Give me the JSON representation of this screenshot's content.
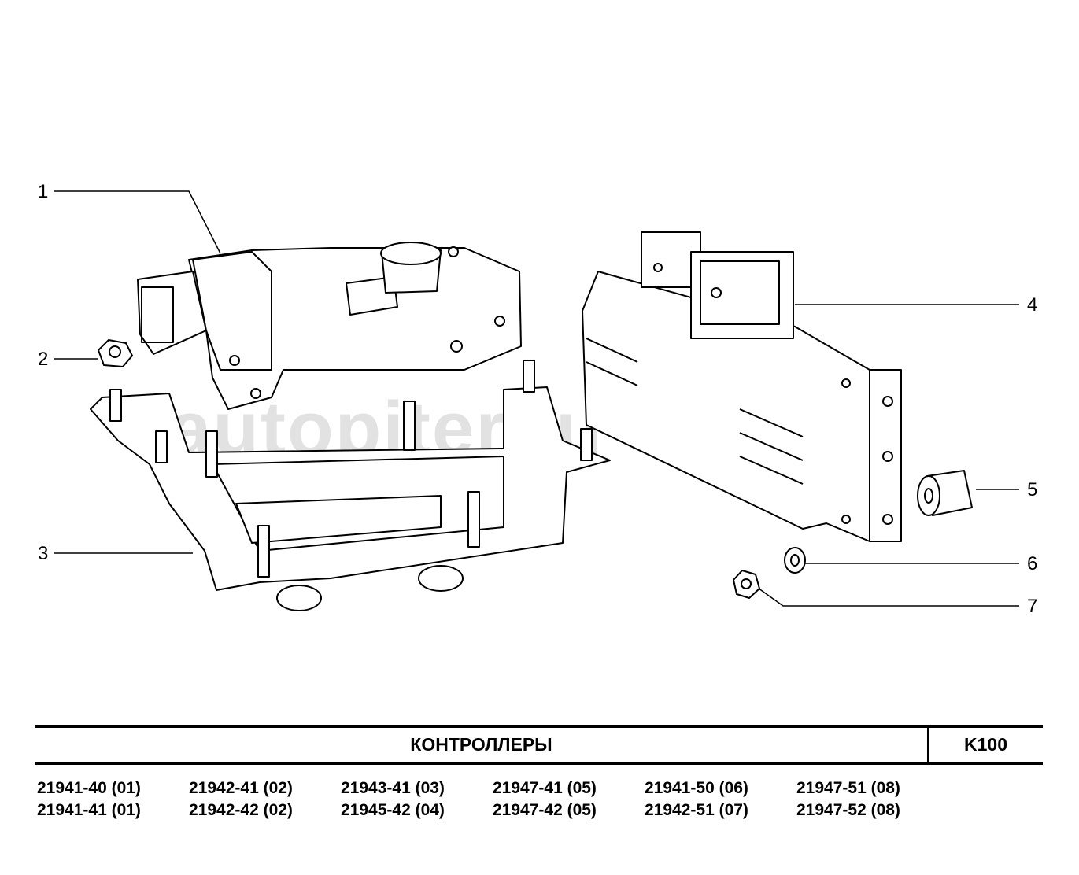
{
  "watermark": "autopiter.ru",
  "callouts": [
    "1",
    "2",
    "3",
    "4",
    "5",
    "6",
    "7"
  ],
  "title": "КОНТРОЛЛЕРЫ",
  "code": "K100",
  "models": [
    "21941-40 (01)",
    "21942-41 (02)",
    "21943-41 (03)",
    "21947-41 (05)",
    "21941-50 (06)",
    "21947-51 (08)",
    "21941-41 (01)",
    "21942-42 (02)",
    "21945-42 (04)",
    "21947-42 (05)",
    "21942-51 (07)",
    "21947-52 (08)"
  ]
}
